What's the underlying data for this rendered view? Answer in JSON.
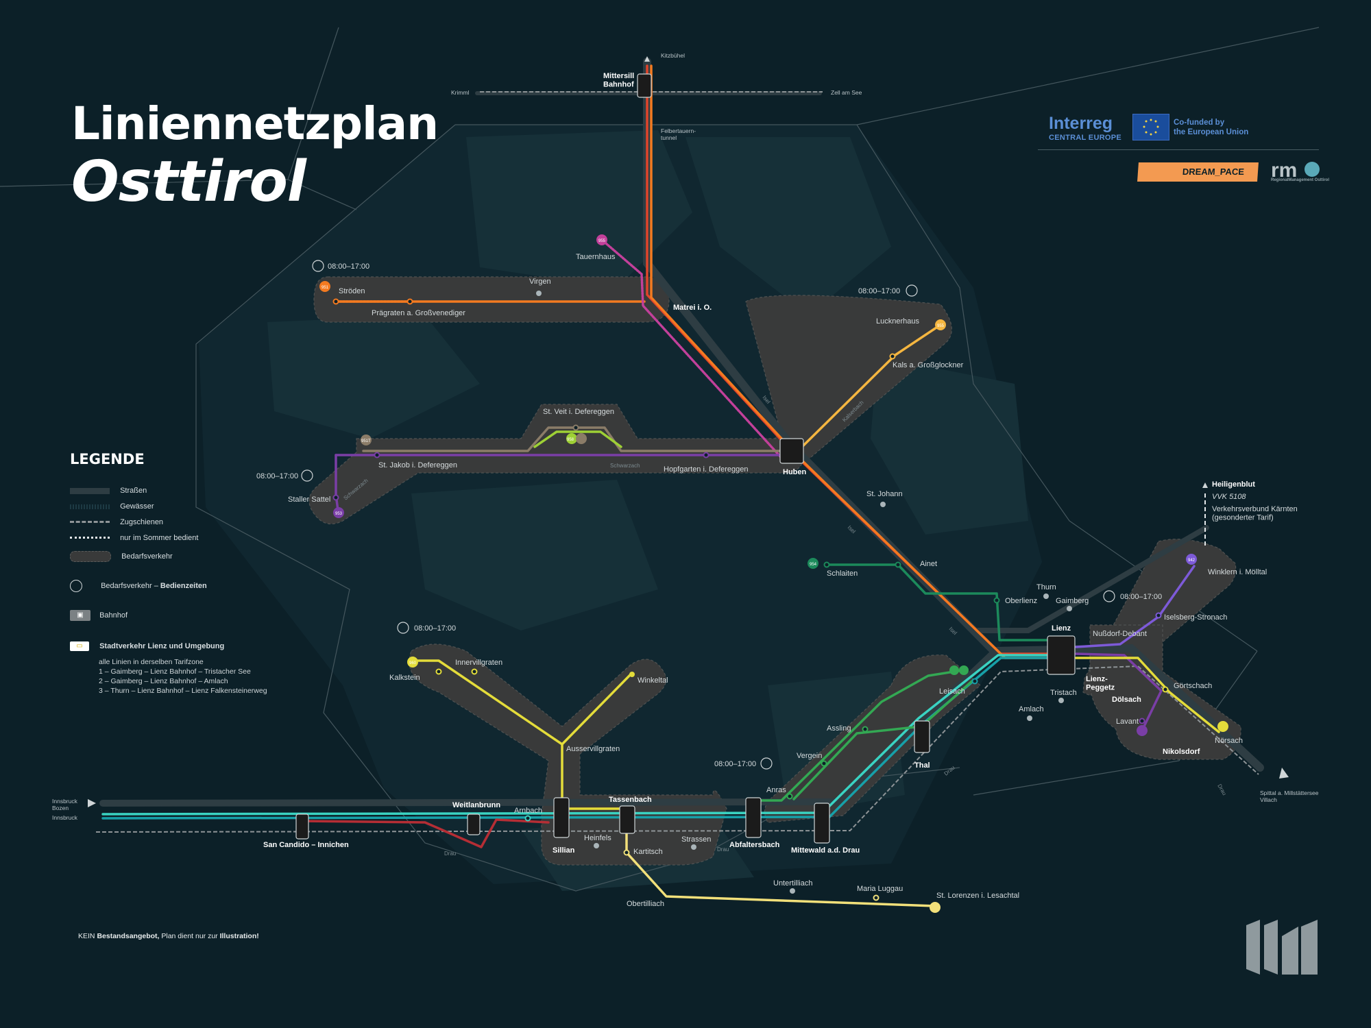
{
  "title": {
    "line1": "Liniennetzplan",
    "line2": "Osttirol"
  },
  "legend": {
    "heading": "LEGENDE",
    "items": [
      {
        "label": "Straßen"
      },
      {
        "label": "Gewässer"
      },
      {
        "label": "Zugschienen"
      },
      {
        "label": "nur im Sommer bedient"
      },
      {
        "label": "Bedarfsverkehr"
      },
      {
        "label_prefix": "Bedarfsverkehr – ",
        "label_bold": "Bedienzeiten"
      },
      {
        "label": "Bahnhof"
      },
      {
        "label": "Stadtverkehr Lienz und Umgebung"
      }
    ],
    "city_notes": [
      "alle Linien in derselben Tarifzone",
      "1 – Gaimberg – Lienz Bahnhof – Tristacher See",
      "2 – Gaimberg – Lienz Bahnhof – Amlach",
      "3 – Thurn – Lienz Bahnhof – Lienz Falkensteinerweg"
    ]
  },
  "disclaimer": {
    "prefix": "KEIN ",
    "bold1": "Bestandsangebot,",
    "middle": " Plan dient nur zur ",
    "bold2": "Illustration!"
  },
  "logos": {
    "interreg": "Interreg",
    "interreg_sub": "CENTRAL EUROPE",
    "eu_line1": "Co-funded by",
    "eu_line2": "the European Union",
    "dream_pace": "DREAM_PACE",
    "rm": "rm",
    "rm_sub": "RegionalManagement Osttirol"
  },
  "service_times": [
    "08:00–17:00",
    "08:00–17:00",
    "08:00–17:00",
    "08:00–17:00",
    "08:00–17:00",
    "08:00–17:00"
  ],
  "colors": {
    "bg": "#0c2028",
    "road": "#2b3a40",
    "demand_zone": "#3a3a3a",
    "orange": "#f47a20",
    "red": "#e0452b",
    "amber": "#f5b640",
    "purple": "#7a3ea6",
    "violet": "#7d5ad8",
    "lime": "#9ed035",
    "green": "#33a853",
    "darkgreen": "#1c8a5b",
    "teal": "#17a0a8",
    "cyan": "#3ad3c2",
    "yellow": "#e4dc3a",
    "paleyellow": "#f2e07a",
    "darkred": "#b52e35",
    "magenta": "#c2409a",
    "brown": "#8b7c68"
  },
  "lines": {
    "orange": "951",
    "purple": "953",
    "amber": "955",
    "violet": "942",
    "lime": "958",
    "brown": "951T",
    "green": "954",
    "yellow": "960",
    "magenta": "955"
  },
  "stations": {
    "mittersill": "Mittersill\nBahnhof",
    "kitzbuehel": "Kitzbühel",
    "krimml": "Krimml",
    "zell": "Zell am See",
    "felbertauern": "Felbertauern-\ntunnel",
    "tauernhaus": "Tauernhaus",
    "stroeden": "Ströden",
    "virgen": "Virgen",
    "praegraten": "Prägraten a. Großvenediger",
    "matrei": "Matrei i. O.",
    "lucknerhaus": "Lucknerhaus",
    "kals": "Kals a. Großglockner",
    "stveit": "St. Veit i. Defereggen",
    "stjakob": "St. Jakob i. Defereggen",
    "hopfgarten": "Hopfgarten i. Defereggen",
    "huben": "Huben",
    "staller": "Staller Sattel",
    "stjohann": "St. Johann",
    "schlaiten": "Schlaiten",
    "ainet": "Ainet",
    "oberlienz": "Oberlienz",
    "thurn": "Thurn",
    "gaimberg": "Gaimberg",
    "lienz": "Lienz",
    "nussdorf": "Nußdorf-Debant",
    "iselsberg": "Iselsberg-Stronach",
    "winklern": "Winklern i. Mölltal",
    "heiligenblut": "Heiligenblut",
    "vvk": "VVK 5108",
    "vvk_note": "Verkehrsverbund Kärnten\n(gesonderter Tarif)",
    "lienzpeggetz": "Lienz-\nPeggetz",
    "goertschach": "Görtschach",
    "doelsach": "Dölsach",
    "tristach": "Tristach",
    "amlach": "Amlach",
    "lavant": "Lavant",
    "noersach": "Nörsach",
    "nikolsdorf": "Nikolsdorf",
    "spittal": "Spittal a. Millstättersee\nVillach",
    "leisach": "Leisach",
    "assling": "Assling",
    "thal": "Thal",
    "vergein": "Vergein",
    "anras": "Anras",
    "kalkstein": "Kalkstein",
    "innervillgraten": "Innervillgraten",
    "winkeltal": "Winkeltal",
    "ausservillgraten": "Ausservillgraten",
    "innsbruck": "Innsbruck\nBozen",
    "innsbruck2": "Innsbruck",
    "sancandido": "San Candido – Innichen",
    "weitlanbrunn": "Weitlanbrunn",
    "arnbach": "Arnbach",
    "sillian": "Sillian",
    "tassenbach": "Tassenbach",
    "heinfels": "Heinfels",
    "strassen": "Strassen",
    "kartitsch": "Kartitsch",
    "abfaltersbach": "Abfaltersbach",
    "mittewald": "Mittewald a.d. Drau",
    "obertilliach": "Obertilliach",
    "untertilliach": "Untertilliach",
    "marialuggau": "Maria Luggau",
    "stlorenzen": "St. Lorenzen i. Lesachtal"
  },
  "rivers": {
    "isel": "Isel",
    "schwarzach": "Schwarzach",
    "kalserbach": "Kalserbach",
    "drau": "Drau"
  }
}
